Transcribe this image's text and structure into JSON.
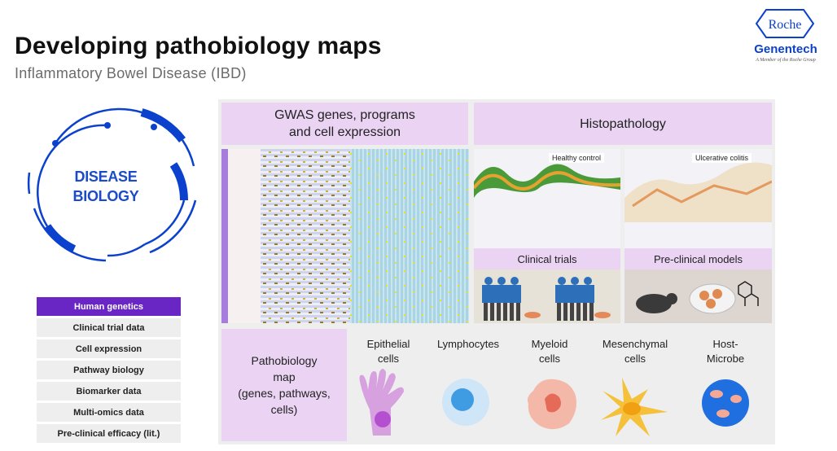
{
  "header": {
    "title": "Developing pathobiology maps",
    "subtitle": "Inflammatory Bowel Disease (IBD)"
  },
  "logo": {
    "badge": "Roche",
    "company": "Genentech",
    "tagline": "A Member of the Roche Group"
  },
  "ring": {
    "line1": "DISEASE",
    "line2": "BIOLOGY"
  },
  "data_sources": [
    {
      "label": "Human genetics"
    },
    {
      "label": "Clinical trial data"
    },
    {
      "label": "Cell expression"
    },
    {
      "label": "Pathway biology"
    },
    {
      "label": "Biomarker data"
    },
    {
      "label": "Multi-omics data"
    },
    {
      "label": "Pre-clinical efficacy (lit.)"
    }
  ],
  "panels": {
    "gwas": {
      "line1": "GWAS genes, programs",
      "line2": "and cell expression"
    },
    "histopathology": {
      "title": "Histopathology",
      "healthy": "Healthy control",
      "uc": "Ulcerative colitis"
    },
    "clinical_trials": "Clinical trials",
    "preclinical": "Pre-clinical models",
    "pathobiology": {
      "line1": "Pathobiology",
      "line2": "map",
      "line3": "(genes, pathways,",
      "line4": "cells)"
    }
  },
  "cell_types": [
    {
      "line1": "Epithelial",
      "line2": "cells"
    },
    {
      "line1": "Lymphocytes",
      "line2": ""
    },
    {
      "line1": "Myeloid",
      "line2": "cells"
    },
    {
      "line1": "Mesenchymal",
      "line2": "cells"
    },
    {
      "line1": "Host-",
      "line2": "Microbe"
    }
  ],
  "colors": {
    "accent": "#6a26c4",
    "header_bg": "#ead3f3",
    "ring_blue": "#0b41cd",
    "panel_bg": "#eeeeee"
  }
}
